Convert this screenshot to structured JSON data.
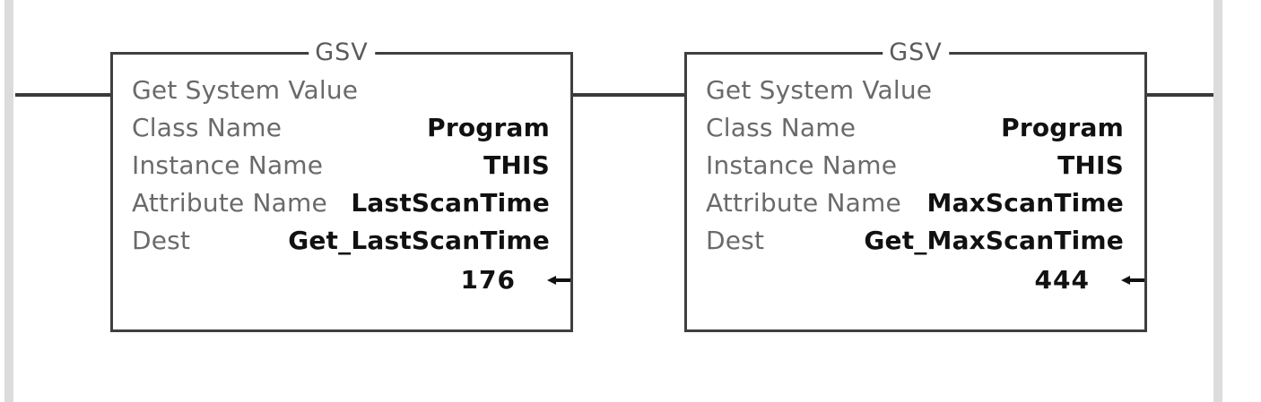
{
  "rung": {
    "left_rail_name": "left-power-rail",
    "right_rail_name": "right-power-rail",
    "rail_color": "#dcdcdc",
    "wire_color": "#3a3a3a"
  },
  "instructions": [
    {
      "mnemonic": "GSV",
      "title": "Get System Value",
      "operands": [
        {
          "label": "Class Name",
          "value": "Program"
        },
        {
          "label": "Instance Name",
          "value": "THIS"
        },
        {
          "label": "Attribute Name",
          "value": "LastScanTime"
        },
        {
          "label": "Dest",
          "value": "Get_LastScanTime"
        }
      ],
      "live_value": "176",
      "arrow_icon": "left-arrow-icon"
    },
    {
      "mnemonic": "GSV",
      "title": "Get System Value",
      "operands": [
        {
          "label": "Class Name",
          "value": "Program"
        },
        {
          "label": "Instance Name",
          "value": "THIS"
        },
        {
          "label": "Attribute Name",
          "value": "MaxScanTime"
        },
        {
          "label": "Dest",
          "value": "Get_MaxScanTime"
        }
      ],
      "live_value": "444",
      "arrow_icon": "left-arrow-icon"
    }
  ]
}
